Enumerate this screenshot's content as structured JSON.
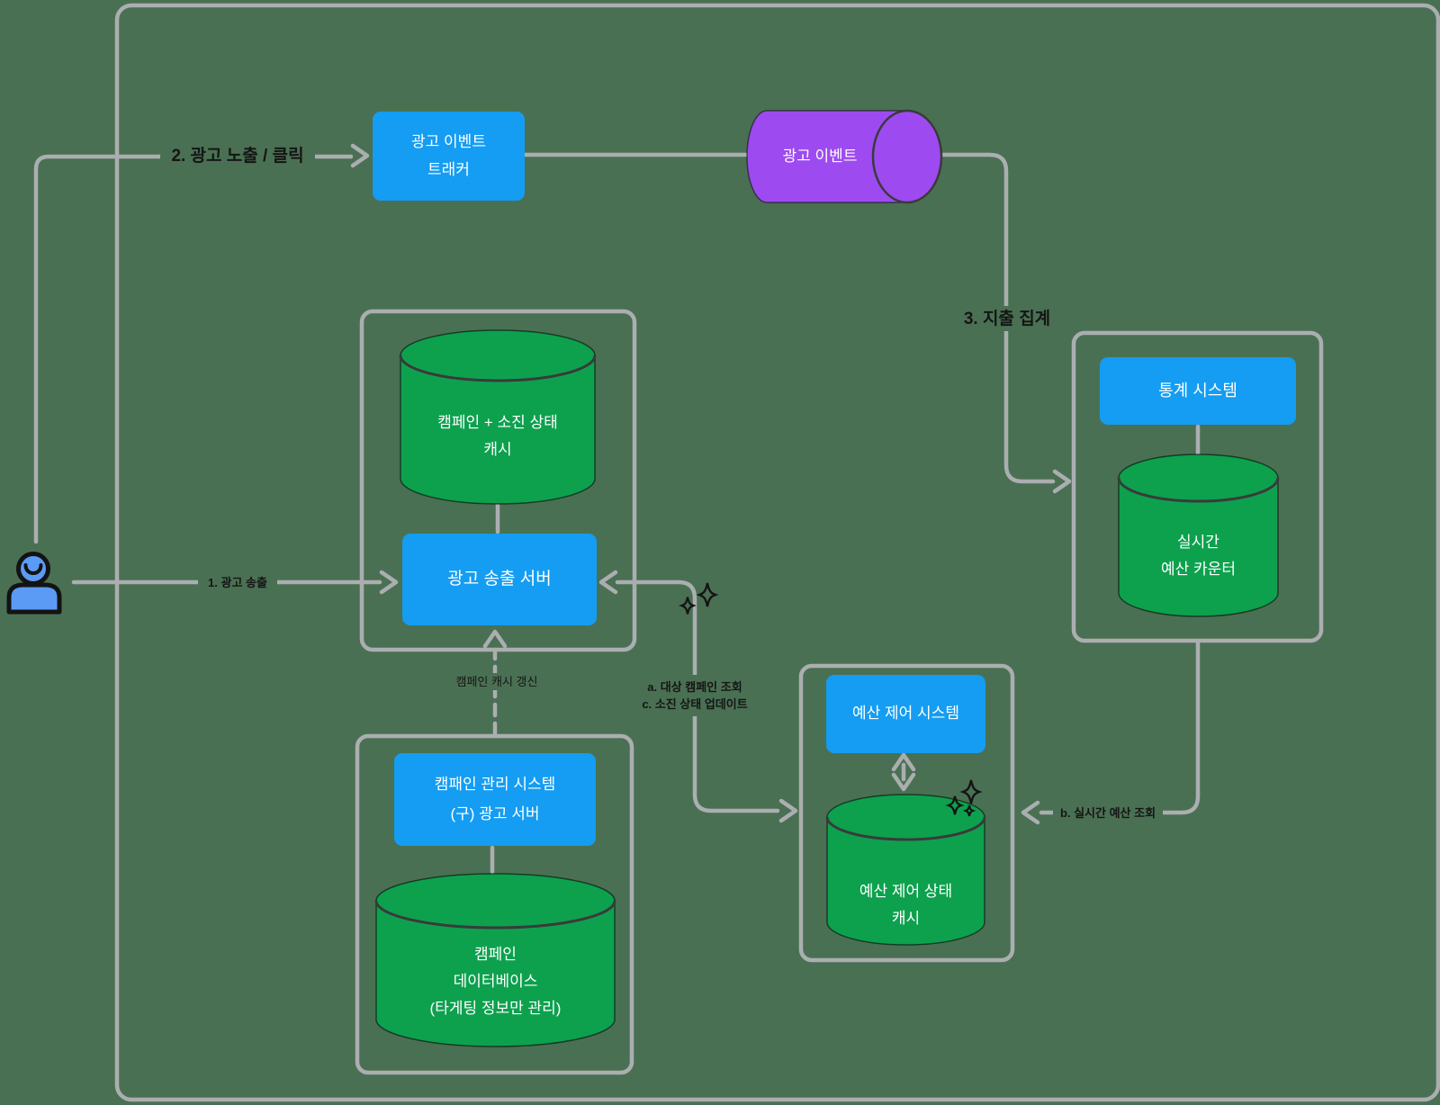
{
  "title": "ad-platform-architecture-diagram",
  "colors": {
    "background": "#4A7053",
    "node_blue": "#149DF2",
    "db_green": "#0DA14E",
    "queue_purple": "#9D4BF0",
    "line_gray": "#ABAEB0",
    "label_text": "#151515",
    "node_text": "#FFFFFF"
  },
  "nodes": {
    "ad_event_tracker": "광고 이벤트\n트래커",
    "ad_event_queue": "광고 이벤트",
    "campaign_spend_cache": "캠페인 + 소진 상태\n캐시",
    "ad_serving_server": "광고 송출 서버",
    "campaign_mgmt_system": "캠패인 관리 시스템\n(구) 광고 서버",
    "campaign_database": "캠페인\n데이터베이스\n(타게팅 정보만 관리)",
    "stats_system": "통계 시스템",
    "realtime_budget_counter": "실시간\n예산 카운터",
    "budget_control_system": "예산 제어 시스템",
    "budget_control_cache": "예산 제어 상태\n캐시"
  },
  "edge_labels": {
    "serve": "1. 광고 송출",
    "impression_click": "2. 광고 노출 / 클릭",
    "spend_aggregation": "3. 지출 집계",
    "campaign_lookup_update": "a. 대상 캠페인 조회\nc. 소진 상태 업데이트",
    "realtime_budget_lookup": "b. 실시간 예산 조회",
    "campaign_cache_refresh": "캠페인 캐시 갱신"
  }
}
